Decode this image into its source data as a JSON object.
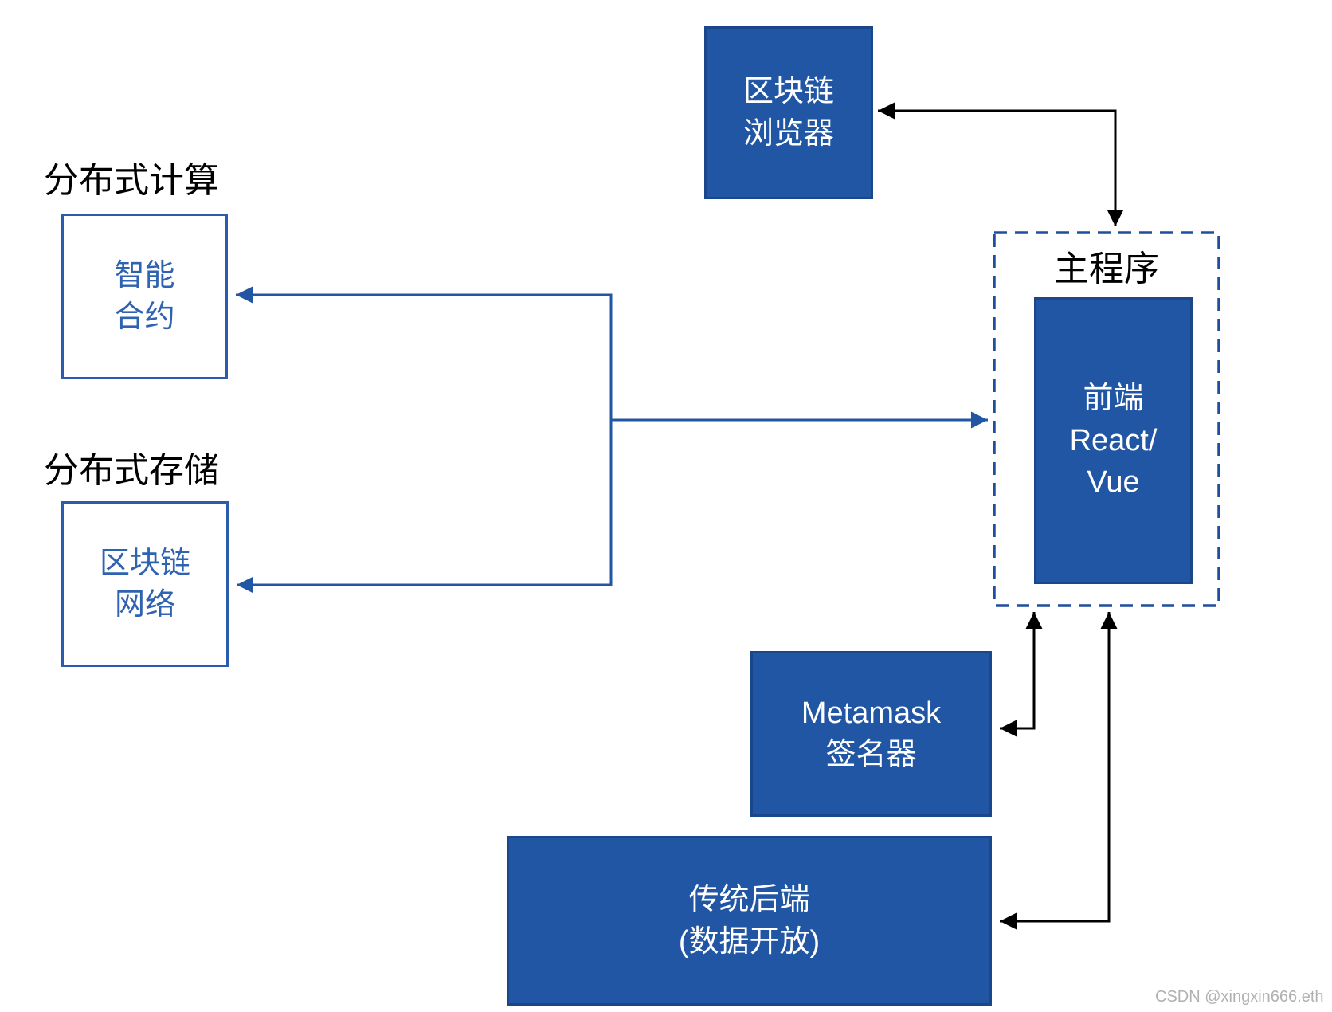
{
  "diagram": {
    "section_labels": {
      "distributed_computing": "分布式计算",
      "distributed_storage": "分布式存储"
    },
    "nodes": {
      "blockchain_browser": {
        "line1": "区块链",
        "line2": "浏览器"
      },
      "smart_contract": {
        "line1": "智能",
        "line2": "合约"
      },
      "blockchain_network": {
        "line1": "区块链",
        "line2": "网络"
      },
      "main_program": {
        "title": "主程序"
      },
      "frontend": {
        "line1": "前端",
        "line2": "React/",
        "line3": "Vue"
      },
      "metamask": {
        "line1": "Metamask",
        "line2": "签名器"
      },
      "backend": {
        "line1": "传统后端",
        "line2": "(数据开放)"
      }
    },
    "watermark": "CSDN @xingxin666.eth",
    "colors": {
      "node_fill": "#2156a4",
      "node_border": "#1a478a",
      "outline_border": "#2b5cad",
      "outline_text": "#2f62b0",
      "connector_blue": "#2156a4",
      "connector_black": "#000000",
      "dashed_border": "#1d4f9e",
      "label_text": "#000000",
      "watermark_gray": "#b1b1b1"
    }
  }
}
